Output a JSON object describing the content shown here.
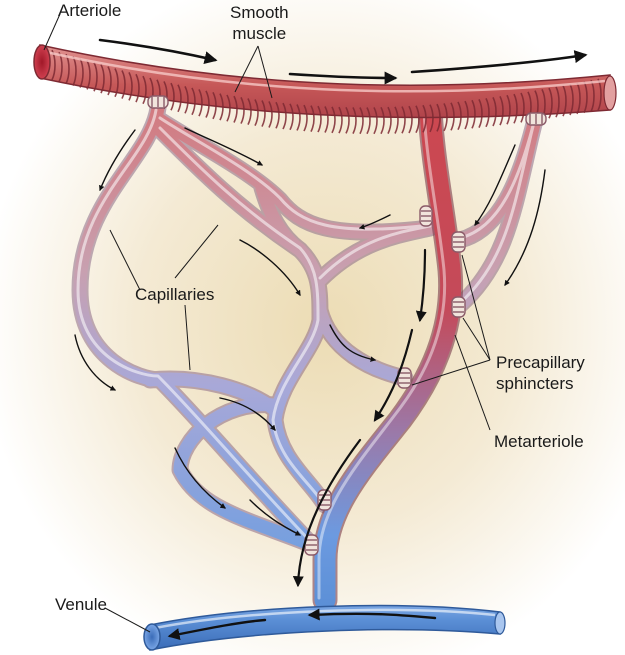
{
  "diagram": {
    "labels": {
      "arteriole": "Arteriole",
      "smooth_muscle_line1": "Smooth",
      "smooth_muscle_line2": "muscle",
      "capillaries": "Capillaries",
      "precapillary_line1": "Precapillary",
      "precapillary_line2": "sphincters",
      "metarteriole": "Metarteriole",
      "venule": "Venule"
    },
    "colors": {
      "arteriole_red": "#c8505a",
      "vein_blue": "#5b8fd6",
      "capillary_mid": "#c9a6c2",
      "background_glow": "#ecdcb4",
      "arrow": "#111111",
      "label_text": "#1a1a1a"
    }
  }
}
